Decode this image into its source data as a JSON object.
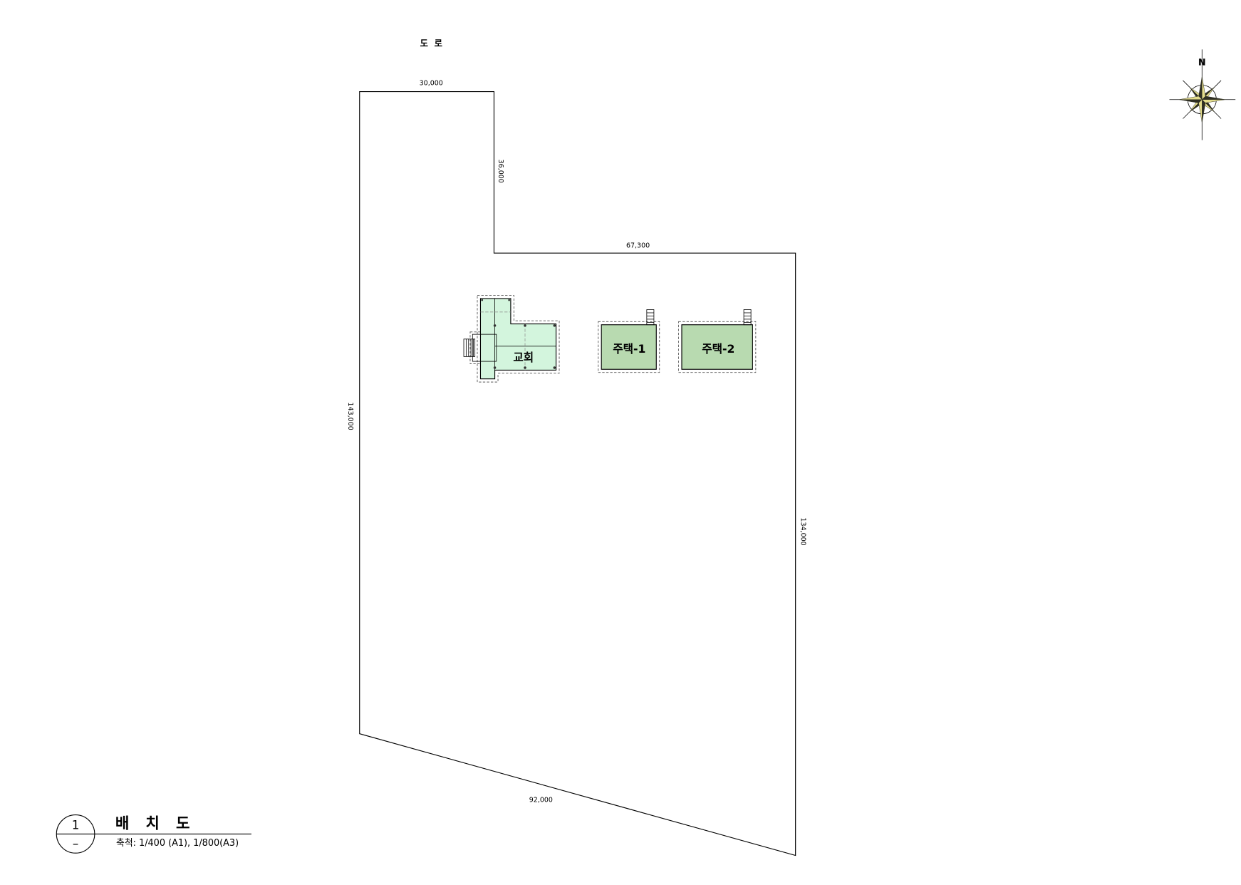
{
  "site_plan": {
    "road_label": "도 로",
    "dimensions": {
      "top": "30,000",
      "inner_vertical": "36,000",
      "inner_horizontal": "67,300",
      "left": "143,000",
      "right": "134,000",
      "bottom": "92,000"
    },
    "buildings": {
      "church": "교회",
      "house_1": "주택-1",
      "house_2": "주택-2"
    }
  },
  "north_arrow": {
    "label": "N",
    "icon": "compass-rose-icon"
  },
  "title_block": {
    "number": "1",
    "sheet": "–",
    "title": "배 치 도",
    "scale": "축척: 1/400 (A1), 1/800(A3)"
  },
  "colors": {
    "church_fill": "#d3f5dd",
    "house_fill": "#b8dab0",
    "compass_accent": "#e3dc8c"
  }
}
